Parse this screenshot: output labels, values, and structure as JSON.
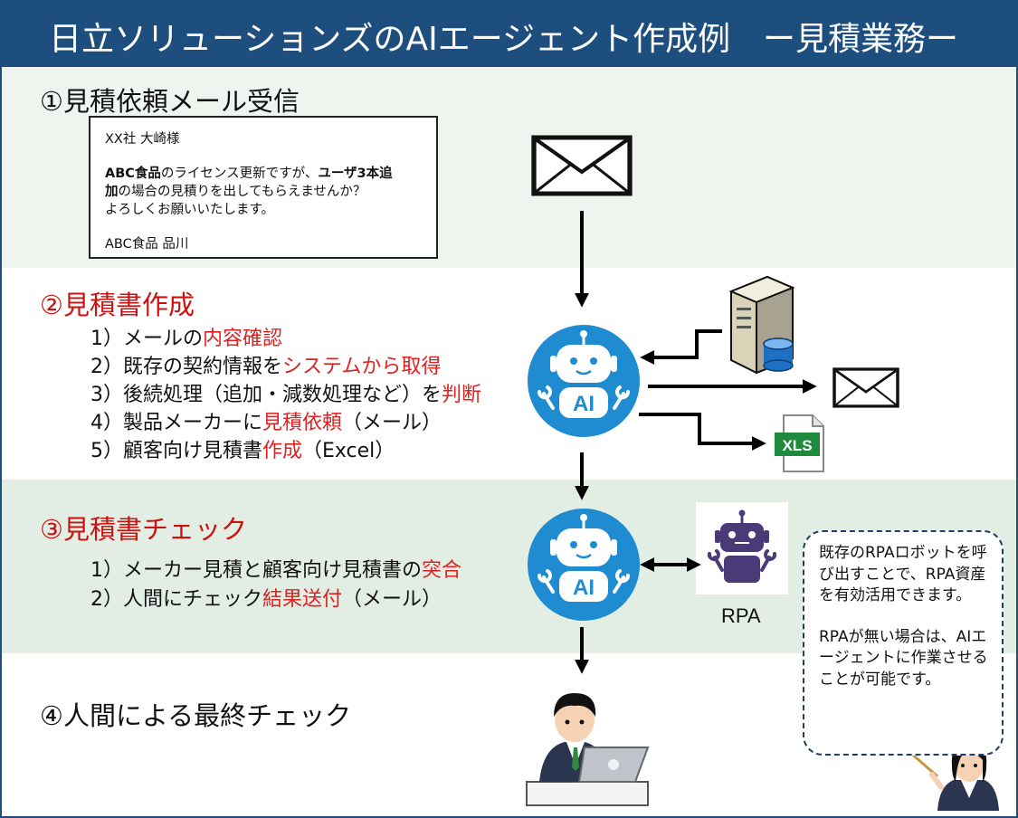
{
  "header": {
    "title": "日立ソリューションズのAIエージェント作成例",
    "subtitle": "ー見積業務ー"
  },
  "section1": {
    "title": "①見積依頼メール受信",
    "email": {
      "line1": "XX社 大崎様",
      "body_bold1": "ABC食品",
      "body_text1": "のライセンス更新ですが、",
      "body_bold2": "ユーザ3本追",
      "body_bold3": "加",
      "body_text2": "の場合の見積りを出してもらえませんか？",
      "body_text3": "よろしくお願いいたします。",
      "signature": "ABC食品 品川"
    }
  },
  "section2": {
    "title": "②見積書作成",
    "steps": [
      {
        "pre": "1）メールの",
        "hl": "内容確認",
        "post": ""
      },
      {
        "pre": "2）既存の契約情報を",
        "hl": "システムから取得",
        "post": ""
      },
      {
        "pre": "3）後続処理（追加・減数処理など）を",
        "hl": "判断",
        "post": ""
      },
      {
        "pre": "4）製品メーカーに",
        "hl": "見積依頼",
        "post": "（メール）"
      },
      {
        "pre": "5）顧客向け見積書",
        "hl": "作成",
        "post": "（Excel）"
      }
    ]
  },
  "section3": {
    "title": "③見積書チェック",
    "steps": [
      {
        "pre": "1）メーカー見積と顧客向け見積書の",
        "hl": "突合",
        "post": ""
      },
      {
        "pre": "2）人間にチェック",
        "hl": "結果送付",
        "post": "（メール）"
      }
    ]
  },
  "section4": {
    "title": "④人間による最終チェック"
  },
  "icons": {
    "ai_badge": "AI",
    "xls_badge": "XLS",
    "rpa_label": "RPA"
  },
  "callout": {
    "para1": "既存のRPAロボットを呼び出すことで、RPA資産を有効活用できます。",
    "para2": "RPAが無い場合は、AIエージェントに作業させることが可能です。"
  },
  "colors": {
    "header_bg": "#1d4e7e",
    "band_light": "#edf5ee",
    "band_mid": "#e2eee3",
    "ai_circle": "#1f8bd0",
    "highlight_red": "#e02020",
    "title_red": "#cc1111",
    "rpa_robot": "#4a3a77",
    "xls_green": "#1f8a3b"
  }
}
